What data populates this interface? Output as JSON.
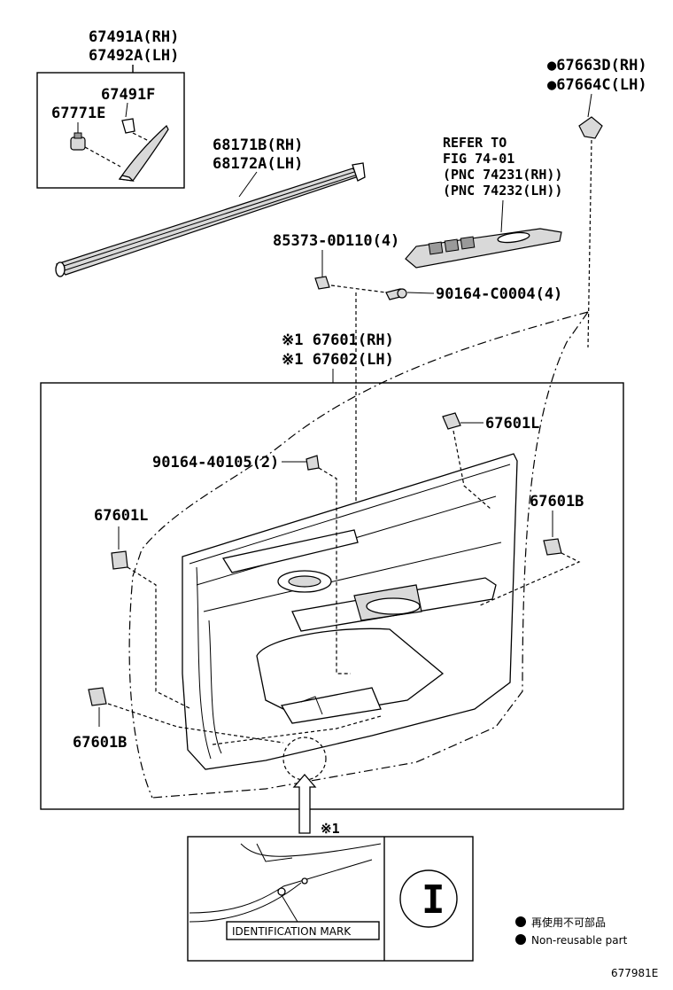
{
  "labels": {
    "p67491A": "67491A(RH)",
    "p67492A": "67492A(LH)",
    "p67491F": "67491F",
    "p67771E": "67771E",
    "p68171B": "68171B(RH)",
    "p68172A": "68172A(LH)",
    "refer1": "REFER TO",
    "refer2": "FIG 74-01",
    "refer3": "(PNC 74231(RH))",
    "refer4": "(PNC 74232(LH))",
    "p67663D": "●67663D(RH)",
    "p67664C": "●67664C(LH)",
    "p85373": "85373-0D110(4)",
    "p90164c": "90164-C0004(4)",
    "p67601": "※1 67601(RH)",
    "p67602": "※1 67602(LH)",
    "p67601L_a": "67601L",
    "p90164_40105": "90164-40105(2)",
    "p67601L_b": "67601L",
    "p67601B_a": "67601B",
    "p67601B_b": "67601B",
    "note_mark": "※1",
    "id_mark": "IDENTIFICATION MARK",
    "id_letter": "I",
    "legend_jp": "再使用不可部品",
    "legend_en": "Non-reusable part",
    "figure_code": "677981E"
  }
}
